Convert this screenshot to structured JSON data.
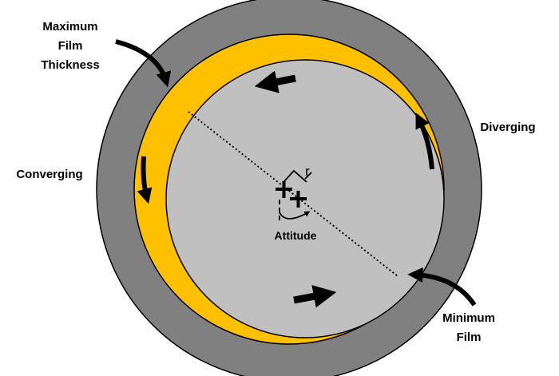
{
  "labels": {
    "max_film_line1": "Maximum",
    "max_film_line2": "Film",
    "max_film_line3": "Thickness",
    "diverging": "Diverging",
    "converging": "Converging",
    "min_film_line1": "Minimum",
    "min_film_line2": "Film",
    "radius": "r",
    "attitude": "Attitude"
  },
  "colors": {
    "bearing_outer": "#808080",
    "oil_film": "#FFC000",
    "journal": "#C0C0C0",
    "outline": "#000000"
  },
  "icons": [
    "rotation-arrow-icon",
    "flow-arrow-icon",
    "callout-arrow-icon",
    "center-cross-icon"
  ]
}
